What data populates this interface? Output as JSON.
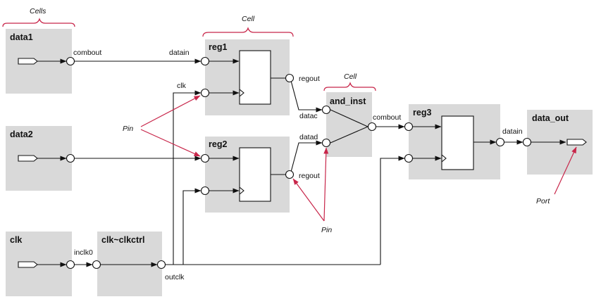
{
  "annotations": {
    "cells": "Cells",
    "cell_reg1": "Cell",
    "cell_and": "Cell",
    "pin_left": "Pin",
    "pin_bottom": "Pin",
    "port": "Port"
  },
  "cells": {
    "data1": "data1",
    "data2": "data2",
    "clk": "clk",
    "clkctrl": "clk~clkctrl",
    "reg1": "reg1",
    "reg2": "reg2",
    "and_inst": "and_inst",
    "reg3": "reg3",
    "data_out": "data_out"
  },
  "pins": {
    "data1_combout": "combout",
    "reg1_datain": "datain",
    "reg1_clk": "clk",
    "reg1_regout": "regout",
    "reg2_regout": "regout",
    "and_datac": "datac",
    "and_datad": "datad",
    "and_combout": "combout",
    "clk_inclk0": "inclk0",
    "clkctrl_outclk": "outclk",
    "dataout_datain": "datain"
  },
  "colors": {
    "cell_fill": "#d9d9d9",
    "annotation": "#c8264a",
    "wire": "#111111"
  }
}
